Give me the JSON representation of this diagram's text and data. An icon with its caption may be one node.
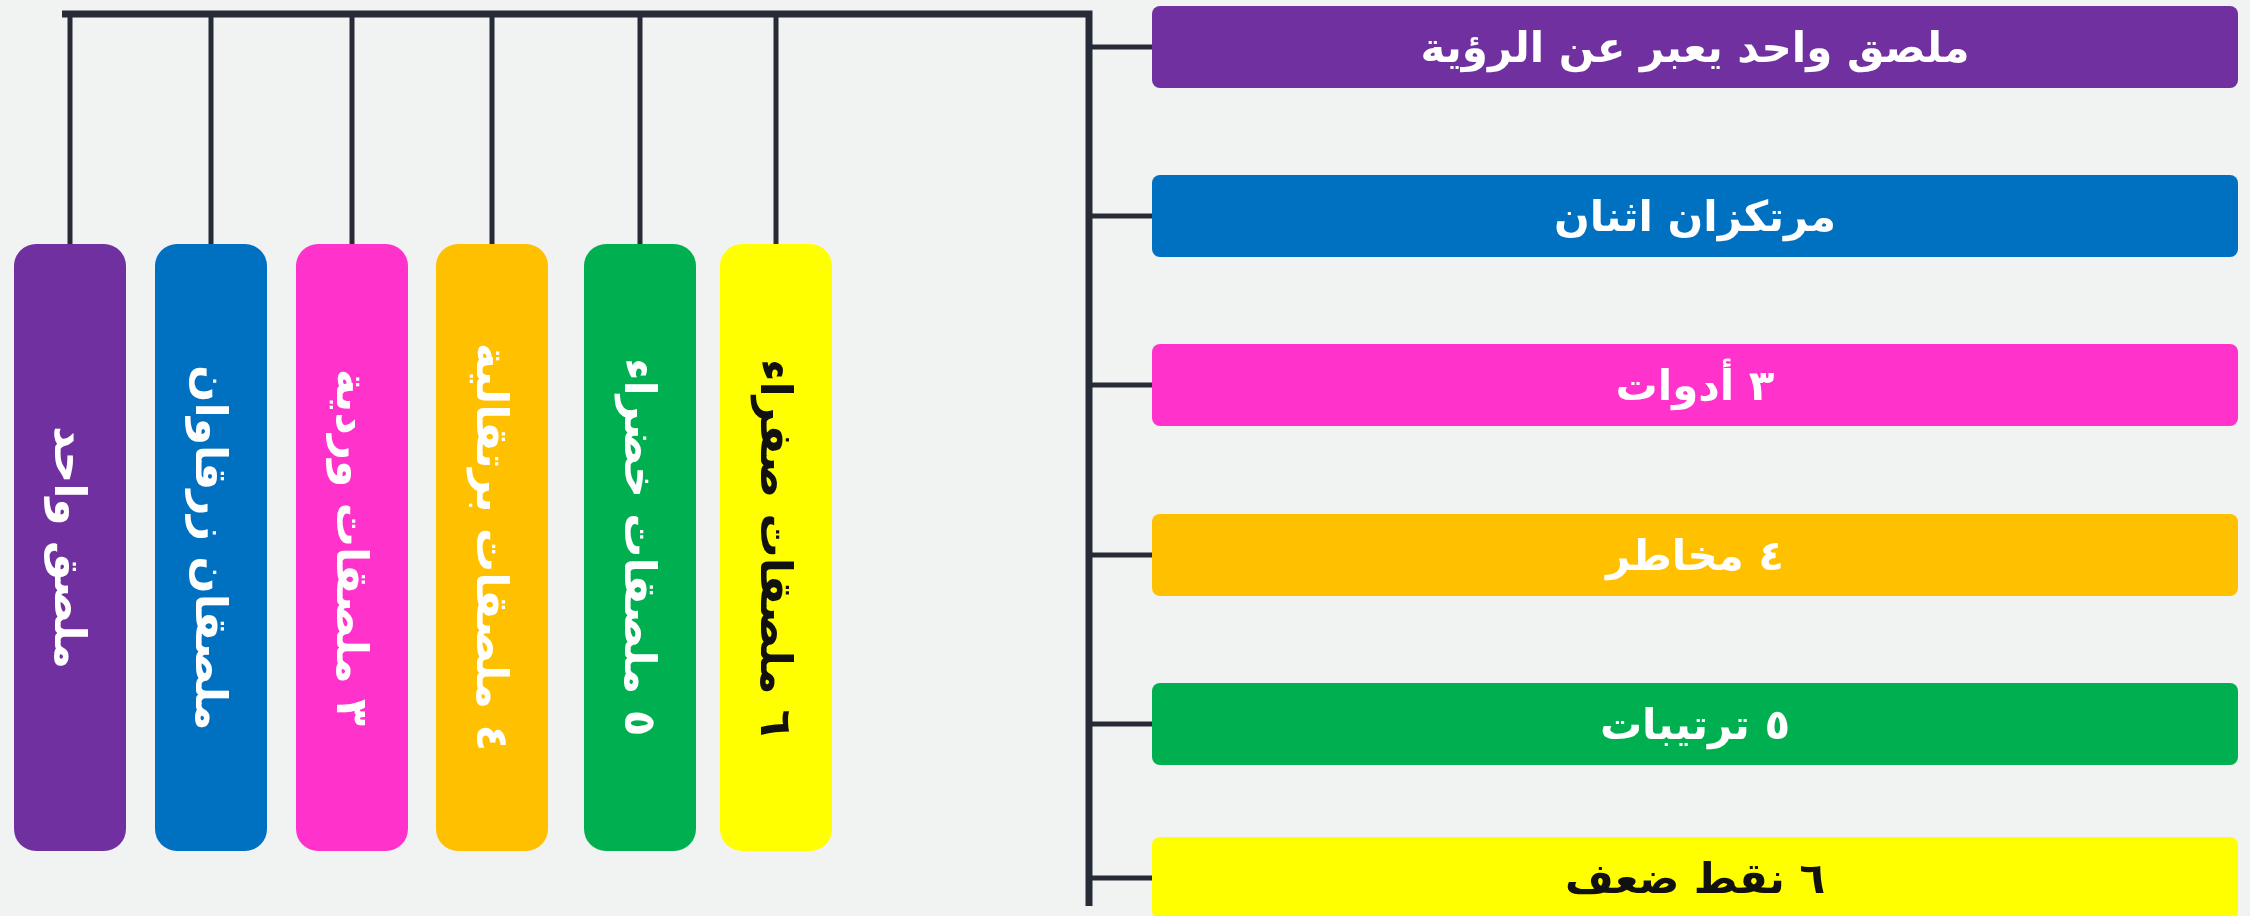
{
  "diagram": {
    "nodes": [
      {
        "text": [
          "ملصق واحد"
        ]
      },
      {
        "text": [
          "ملصقان زرقاوان"
        ]
      },
      {
        "text": [
          "٣ ملصقات وردية"
        ]
      },
      {
        "text": [
          "٤ ملصقات برتقالية"
        ]
      },
      {
        "text": [
          "٥ ملصقات خضراء"
        ]
      },
      {
        "text": [
          "٦ ملصقات صفراء"
        ]
      },
      {
        "text": [
          "ملصق واحد يعبر عن الرؤية"
        ]
      },
      {
        "text": [
          "مرتكزان اثنان"
        ]
      },
      {
        "text": [
          "٣ أدوات"
        ]
      },
      {
        "text": [
          "٤ مخاطر"
        ]
      },
      {
        "text": [
          "٥ ترتيبات"
        ]
      },
      {
        "text": [
          "٦ نقط ضعف"
        ]
      }
    ],
    "edges": [
      {
        "from": null,
        "to": 0,
        "arrow": "none"
      },
      {
        "from": null,
        "to": 1,
        "arrow": "none"
      },
      {
        "from": null,
        "to": 2,
        "arrow": "none"
      },
      {
        "from": null,
        "to": 3,
        "arrow": "none"
      },
      {
        "from": null,
        "to": 4,
        "arrow": "none"
      },
      {
        "from": null,
        "to": 5,
        "arrow": "none"
      },
      {
        "from": null,
        "to": 6,
        "arrow": "none"
      },
      {
        "from": null,
        "to": 7,
        "arrow": "none"
      },
      {
        "from": null,
        "to": 8,
        "arrow": "none"
      },
      {
        "from": null,
        "to": 9,
        "arrow": "none"
      },
      {
        "from": null,
        "to": 10,
        "arrow": "none"
      },
      {
        "from": null,
        "to": 11,
        "arrow": "none"
      }
    ]
  }
}
